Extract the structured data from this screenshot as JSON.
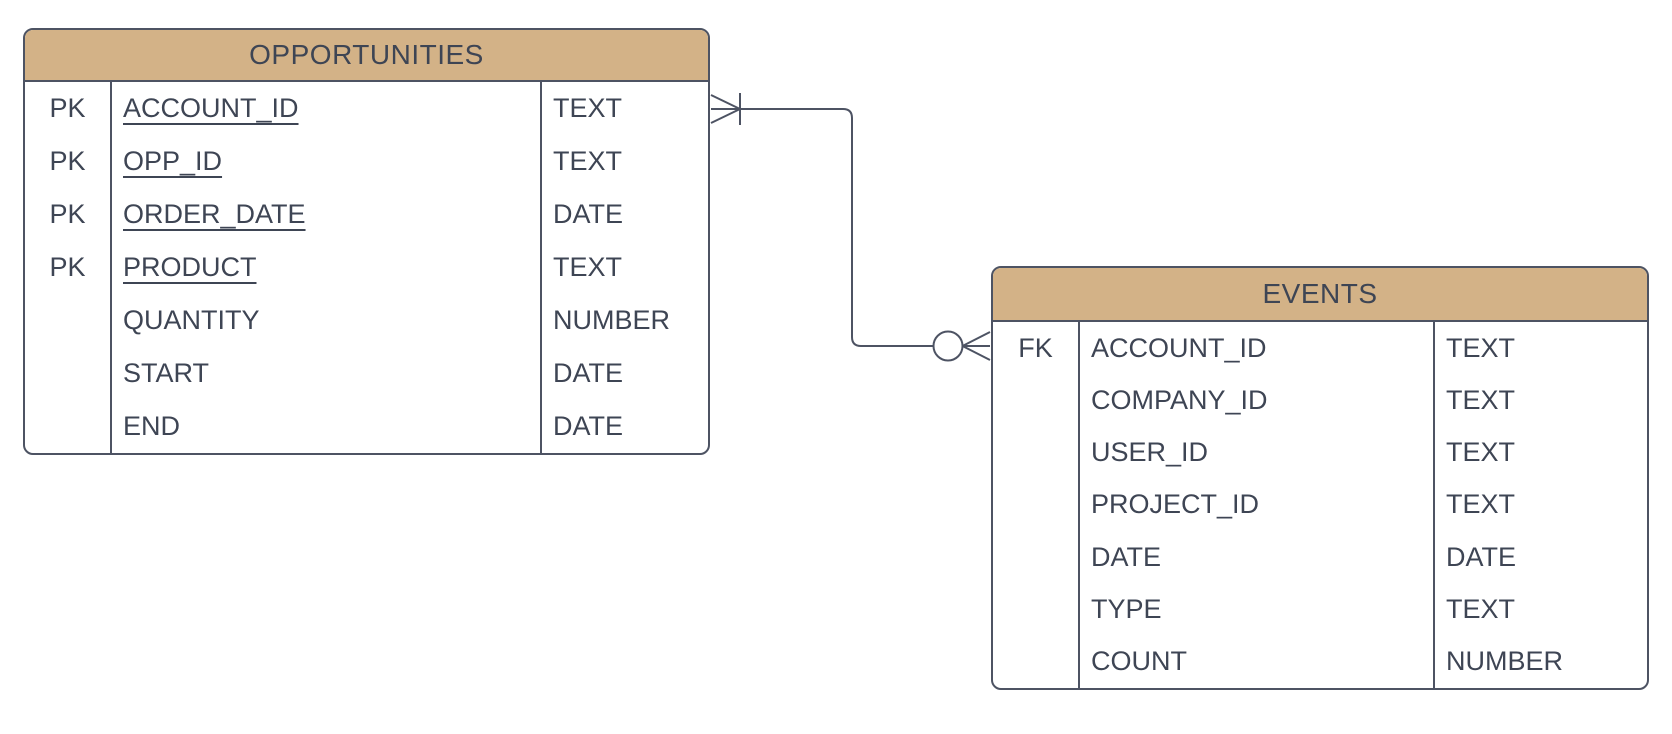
{
  "diagram": {
    "type": "entity-relationship",
    "colors": {
      "header_fill": "#d3b287",
      "line": "#4d5363",
      "text": "#3e4554",
      "background": "#ffffff"
    },
    "tables": [
      {
        "name": "OPPORTUNITIES",
        "rows": [
          {
            "key": "PK",
            "name": "ACCOUNT_ID",
            "type": "TEXT"
          },
          {
            "key": "PK",
            "name": "OPP_ID",
            "type": "TEXT"
          },
          {
            "key": "PK",
            "name": "ORDER_DATE",
            "type": "DATE"
          },
          {
            "key": "PK",
            "name": "PRODUCT",
            "type": "TEXT"
          },
          {
            "key": "",
            "name": "QUANTITY",
            "type": "NUMBER"
          },
          {
            "key": "",
            "name": "START",
            "type": "DATE"
          },
          {
            "key": "",
            "name": "END",
            "type": "DATE"
          }
        ]
      },
      {
        "name": "EVENTS",
        "rows": [
          {
            "key": "FK",
            "name": "ACCOUNT_ID",
            "type": "TEXT"
          },
          {
            "key": "",
            "name": "COMPANY_ID",
            "type": "TEXT"
          },
          {
            "key": "",
            "name": "USER_ID",
            "type": "TEXT"
          },
          {
            "key": "",
            "name": "PROJECT_ID",
            "type": "TEXT"
          },
          {
            "key": "",
            "name": "DATE",
            "type": "DATE"
          },
          {
            "key": "",
            "name": "TYPE",
            "type": "TEXT"
          },
          {
            "key": "",
            "name": "COUNT",
            "type": "NUMBER"
          }
        ]
      }
    ],
    "relationship": {
      "from_table": "OPPORTUNITIES",
      "from_field": "ACCOUNT_ID",
      "from_cardinality": "one-or-many",
      "to_table": "EVENTS",
      "to_field": "ACCOUNT_ID",
      "to_cardinality": "zero-or-many"
    }
  }
}
